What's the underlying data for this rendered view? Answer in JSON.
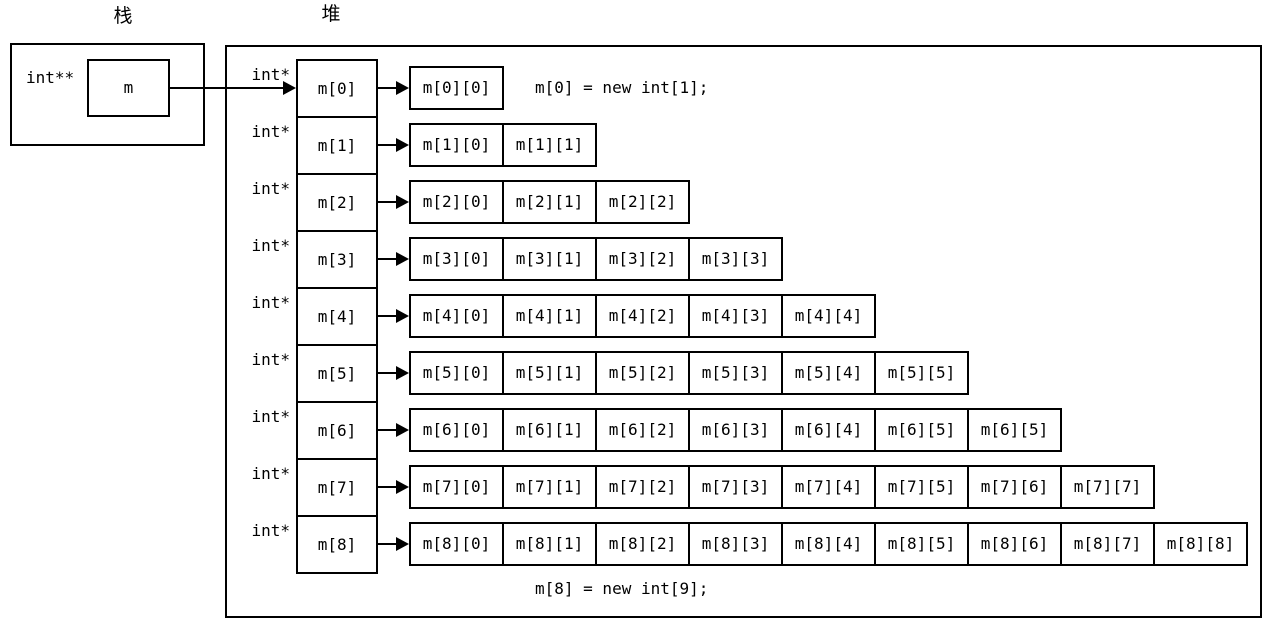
{
  "stack": {
    "title": "栈",
    "var_type": "int**",
    "var_name": "m"
  },
  "heap": {
    "title": "堆",
    "pointer_type": "int*",
    "rows": [
      {
        "pointer": "m[0]",
        "cells": [
          "m[0][0]"
        ],
        "annotation": "m[0] = new int[1];",
        "annotation_placement": "right"
      },
      {
        "pointer": "m[1]",
        "cells": [
          "m[1][0]",
          "m[1][1]"
        ]
      },
      {
        "pointer": "m[2]",
        "cells": [
          "m[2][0]",
          "m[2][1]",
          "m[2][2]"
        ]
      },
      {
        "pointer": "m[3]",
        "cells": [
          "m[3][0]",
          "m[3][1]",
          "m[3][2]",
          "m[3][3]"
        ]
      },
      {
        "pointer": "m[4]",
        "cells": [
          "m[4][0]",
          "m[4][1]",
          "m[4][2]",
          "m[4][3]",
          "m[4][4]"
        ]
      },
      {
        "pointer": "m[5]",
        "cells": [
          "m[5][0]",
          "m[5][1]",
          "m[5][2]",
          "m[5][3]",
          "m[5][4]",
          "m[5][5]"
        ]
      },
      {
        "pointer": "m[6]",
        "cells": [
          "m[6][0]",
          "m[6][1]",
          "m[6][2]",
          "m[6][3]",
          "m[6][4]",
          "m[6][5]",
          "m[6][5]"
        ]
      },
      {
        "pointer": "m[7]",
        "cells": [
          "m[7][0]",
          "m[7][1]",
          "m[7][2]",
          "m[7][3]",
          "m[7][4]",
          "m[7][5]",
          "m[7][6]",
          "m[7][7]"
        ]
      },
      {
        "pointer": "m[8]",
        "cells": [
          "m[8][0]",
          "m[8][1]",
          "m[8][2]",
          "m[8][3]",
          "m[8][4]",
          "m[8][5]",
          "m[8][6]",
          "m[8][7]",
          "m[8][8]"
        ],
        "annotation": "m[8] = new int[9];",
        "annotation_placement": "below"
      }
    ]
  },
  "colors": {
    "line": "#000000",
    "background": "#ffffff"
  }
}
